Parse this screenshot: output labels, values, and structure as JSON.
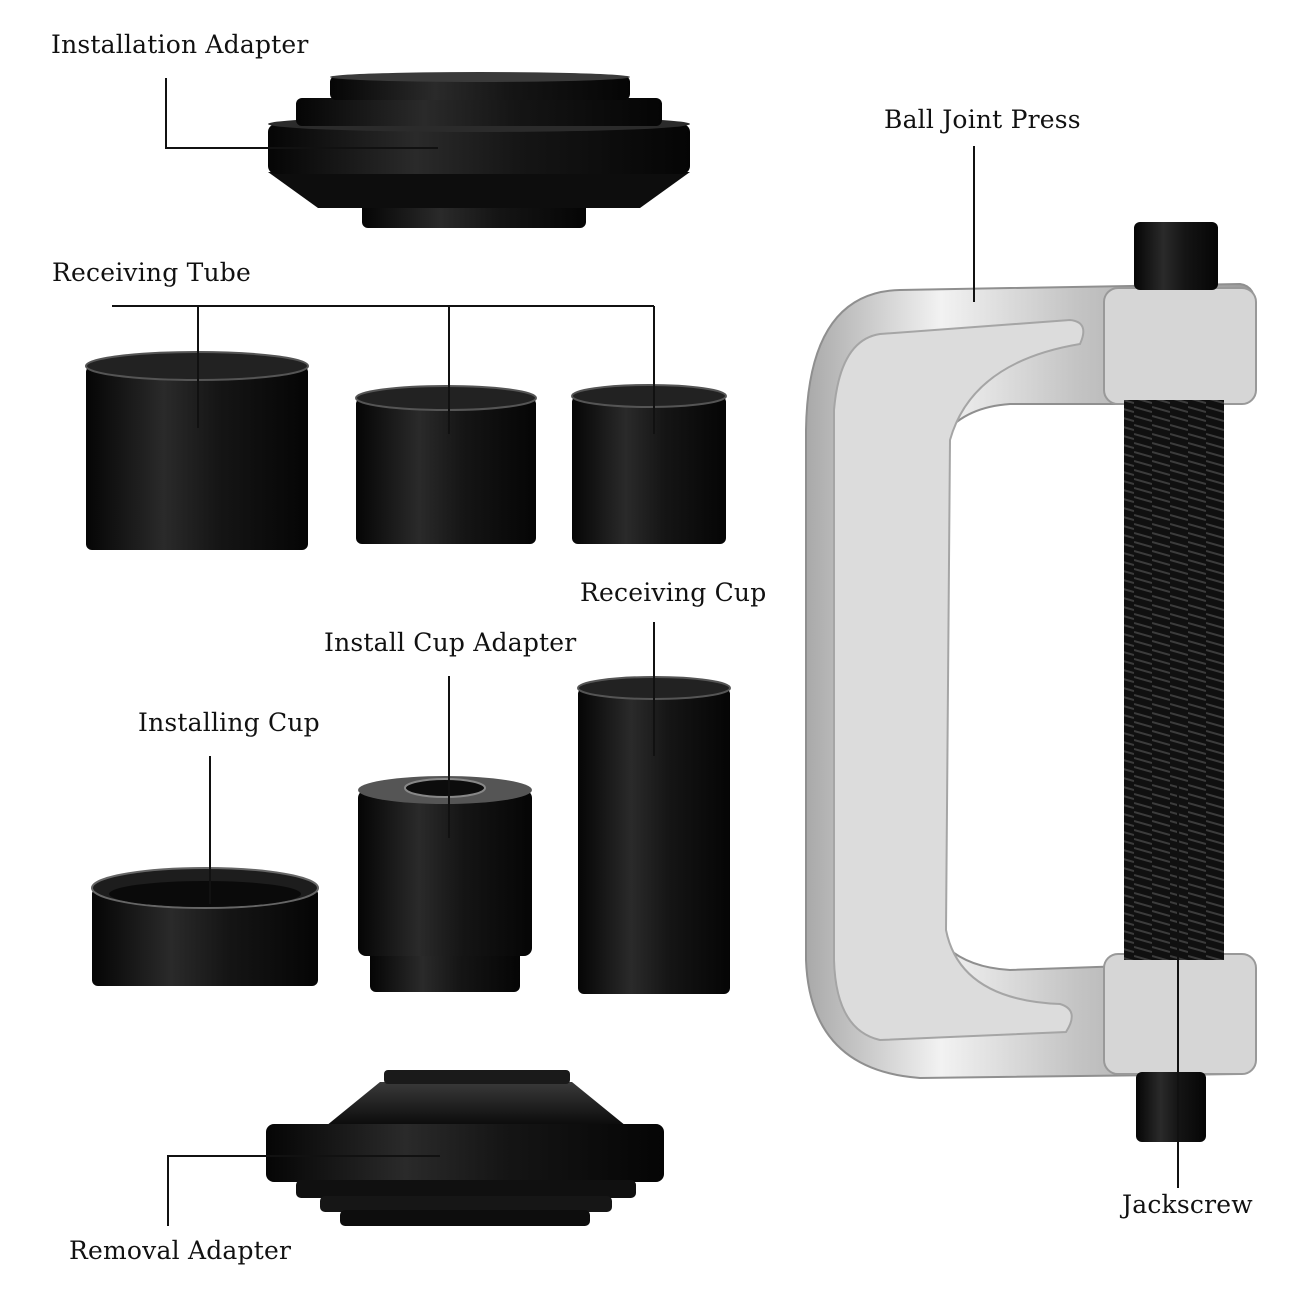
{
  "labels": {
    "installation_adapter": "Installation Adapter",
    "receiving_tube": "Receiving Tube",
    "receiving_cup": "Receiving Cup",
    "install_cup_adapter": "Install Cup Adapter",
    "installing_cup": "Installing Cup",
    "removal_adapter": "Removal Adapter",
    "ball_joint_press": "Ball Joint Press",
    "jackscrew": "Jackscrew"
  },
  "colors": {
    "background": "#ffffff",
    "part_black": "#111111",
    "steel_silver": "#cfcfcf",
    "leader_line": "#111111"
  }
}
